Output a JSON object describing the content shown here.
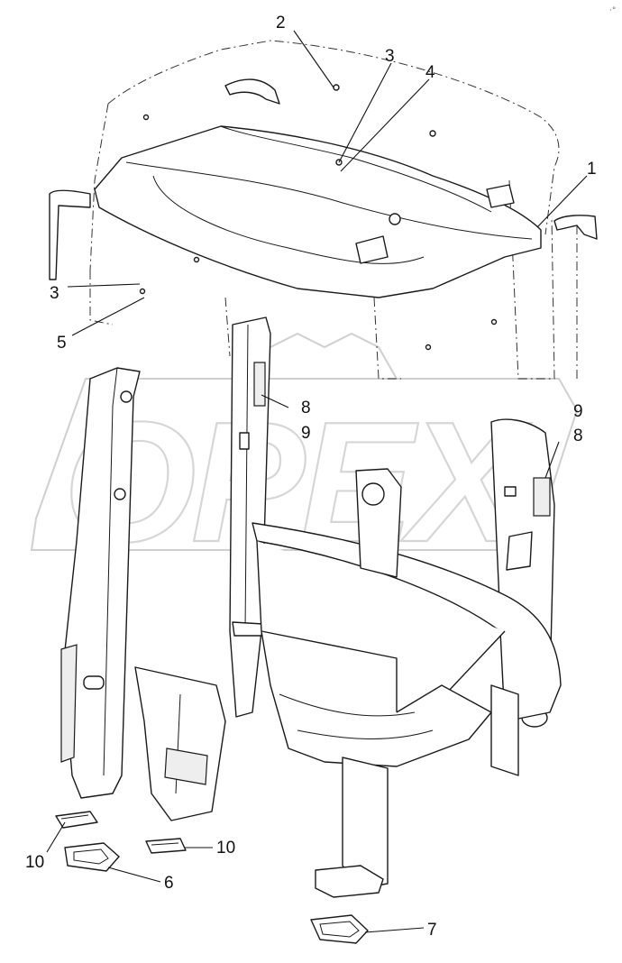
{
  "watermark": "OPEX",
  "callouts": [
    {
      "id": "c1",
      "label": "1"
    },
    {
      "id": "c2",
      "label": "2"
    },
    {
      "id": "c3a",
      "label": "3"
    },
    {
      "id": "c3b",
      "label": "3"
    },
    {
      "id": "c4",
      "label": "4"
    },
    {
      "id": "c5",
      "label": "5"
    },
    {
      "id": "c6",
      "label": "6"
    },
    {
      "id": "c7",
      "label": "7"
    },
    {
      "id": "c8a",
      "label": "8"
    },
    {
      "id": "c8b",
      "label": "8"
    },
    {
      "id": "c9a",
      "label": "9"
    },
    {
      "id": "c9b",
      "label": "9"
    },
    {
      "id": "c10a",
      "label": "10"
    },
    {
      "id": "c10b",
      "label": "10"
    }
  ]
}
